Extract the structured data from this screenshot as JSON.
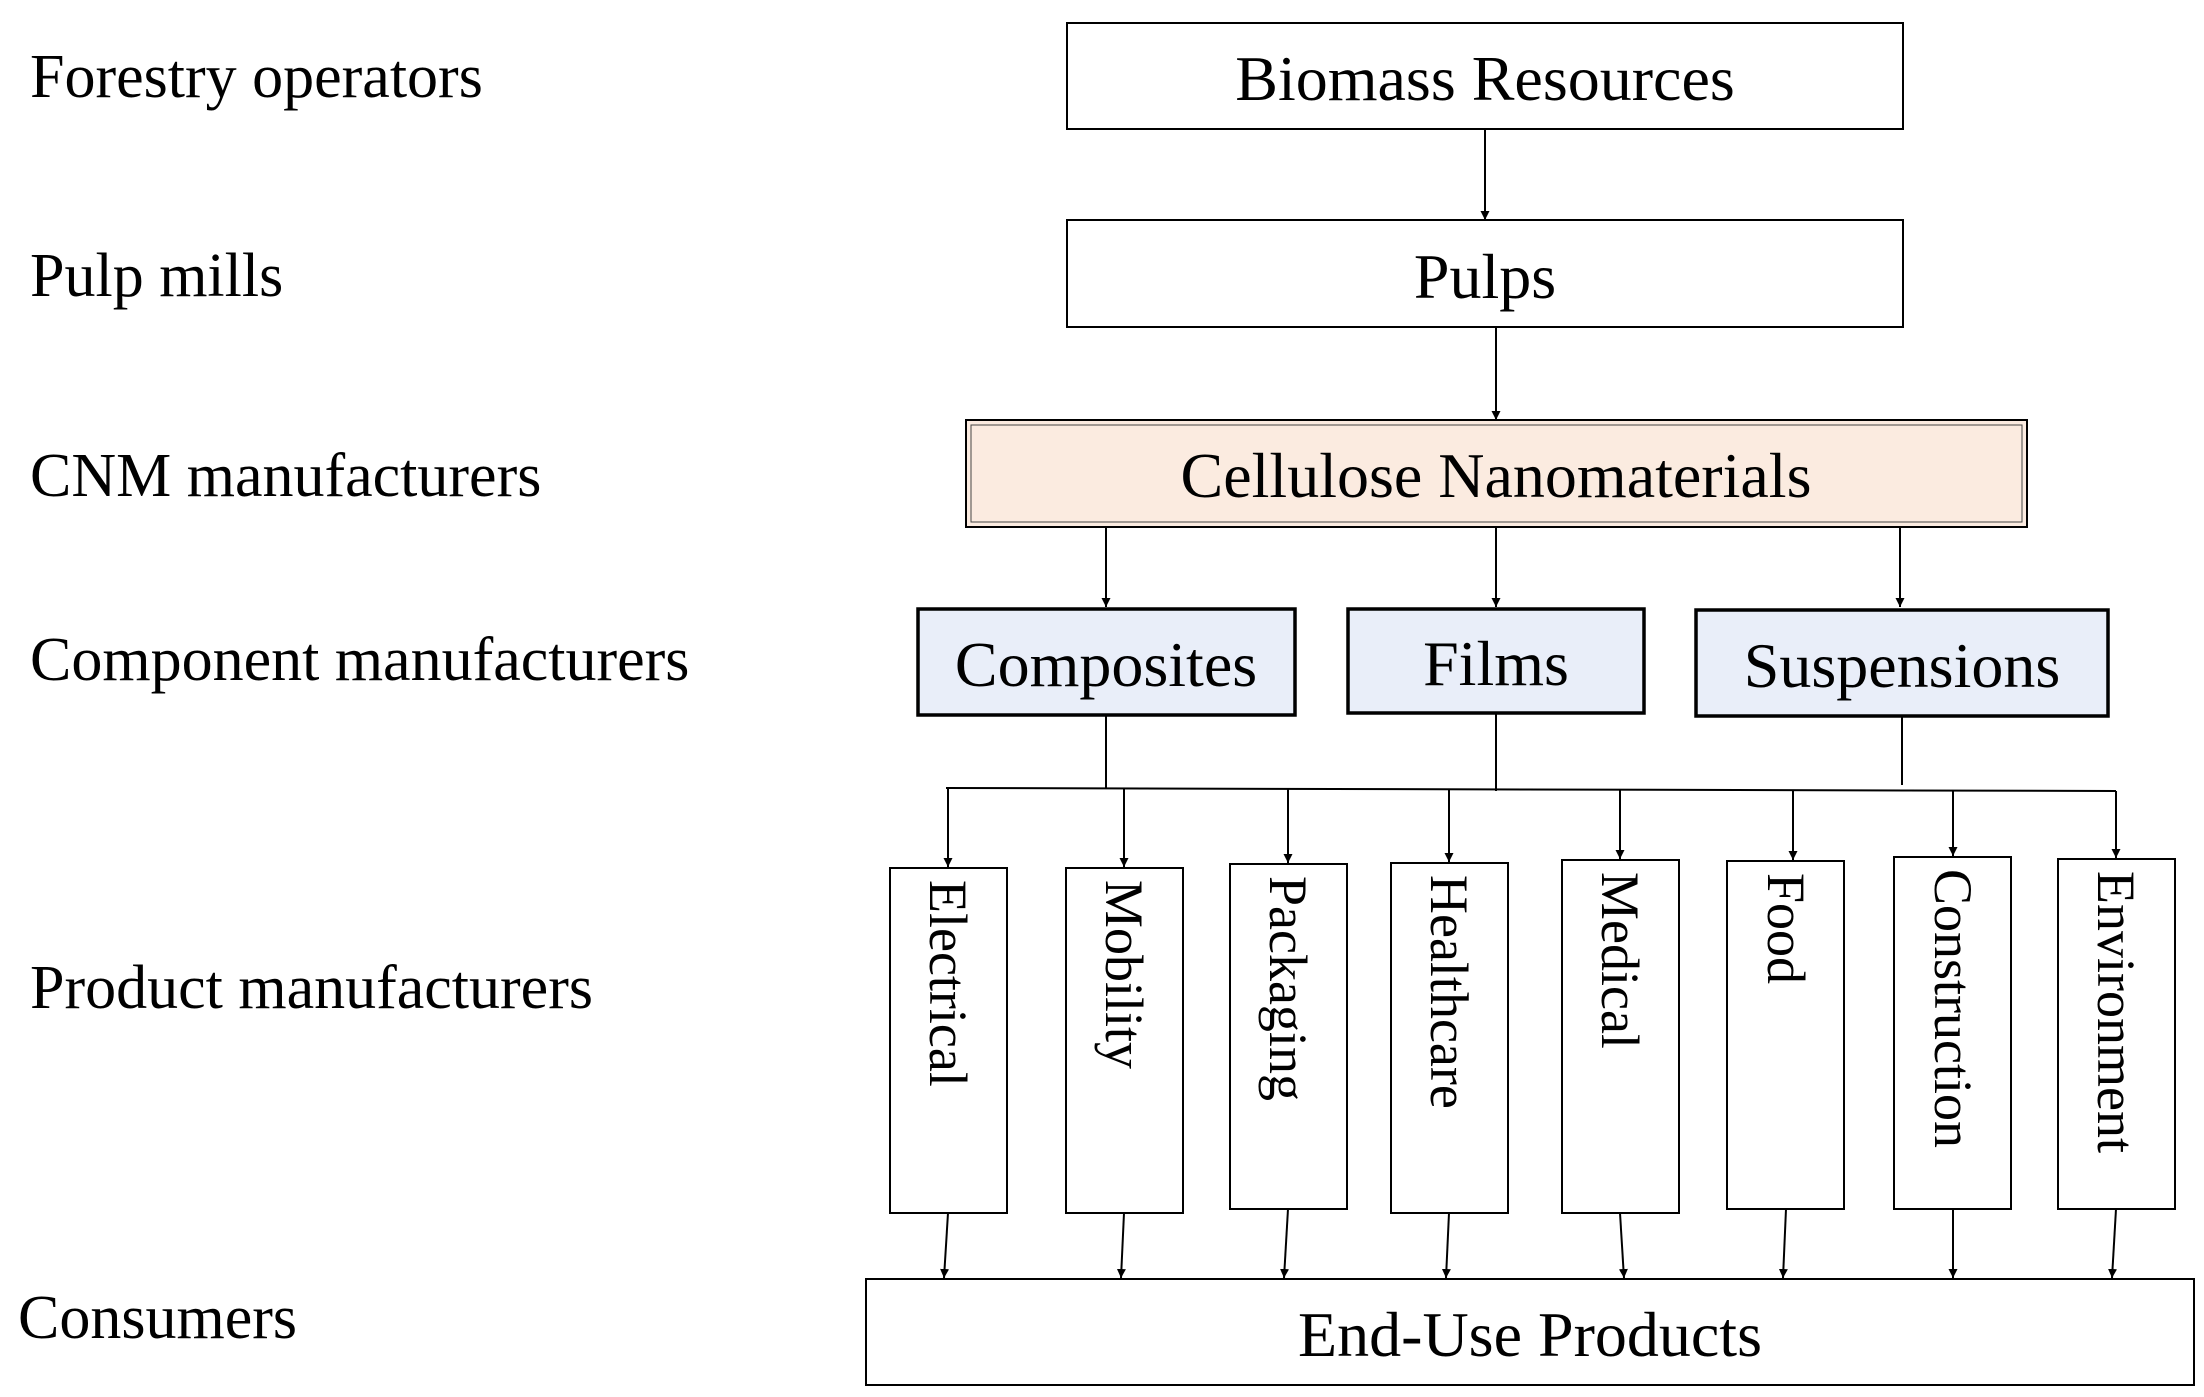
{
  "stages": [
    "Forestry operators",
    "Pulp mills",
    "CNM manufacturers",
    "Component manufacturers",
    "Product manufacturers",
    "Consumers"
  ],
  "boxes": {
    "biomass": "Biomass Resources",
    "pulps": "Pulps",
    "cnm": "Cellulose Nanomaterials",
    "end_use": "End-Use Products"
  },
  "components": [
    "Composites",
    "Films",
    "Suspensions"
  ],
  "products": [
    "Electrical",
    "Mobility",
    "Packaging",
    "Healthcare",
    "Medical",
    "Food",
    "Construction",
    "Environment"
  ],
  "colors": {
    "cnm_fill": "#fbebe0",
    "component_fill": "#e9eef9",
    "box_fill": "#ffffff",
    "stroke": "#000000"
  }
}
